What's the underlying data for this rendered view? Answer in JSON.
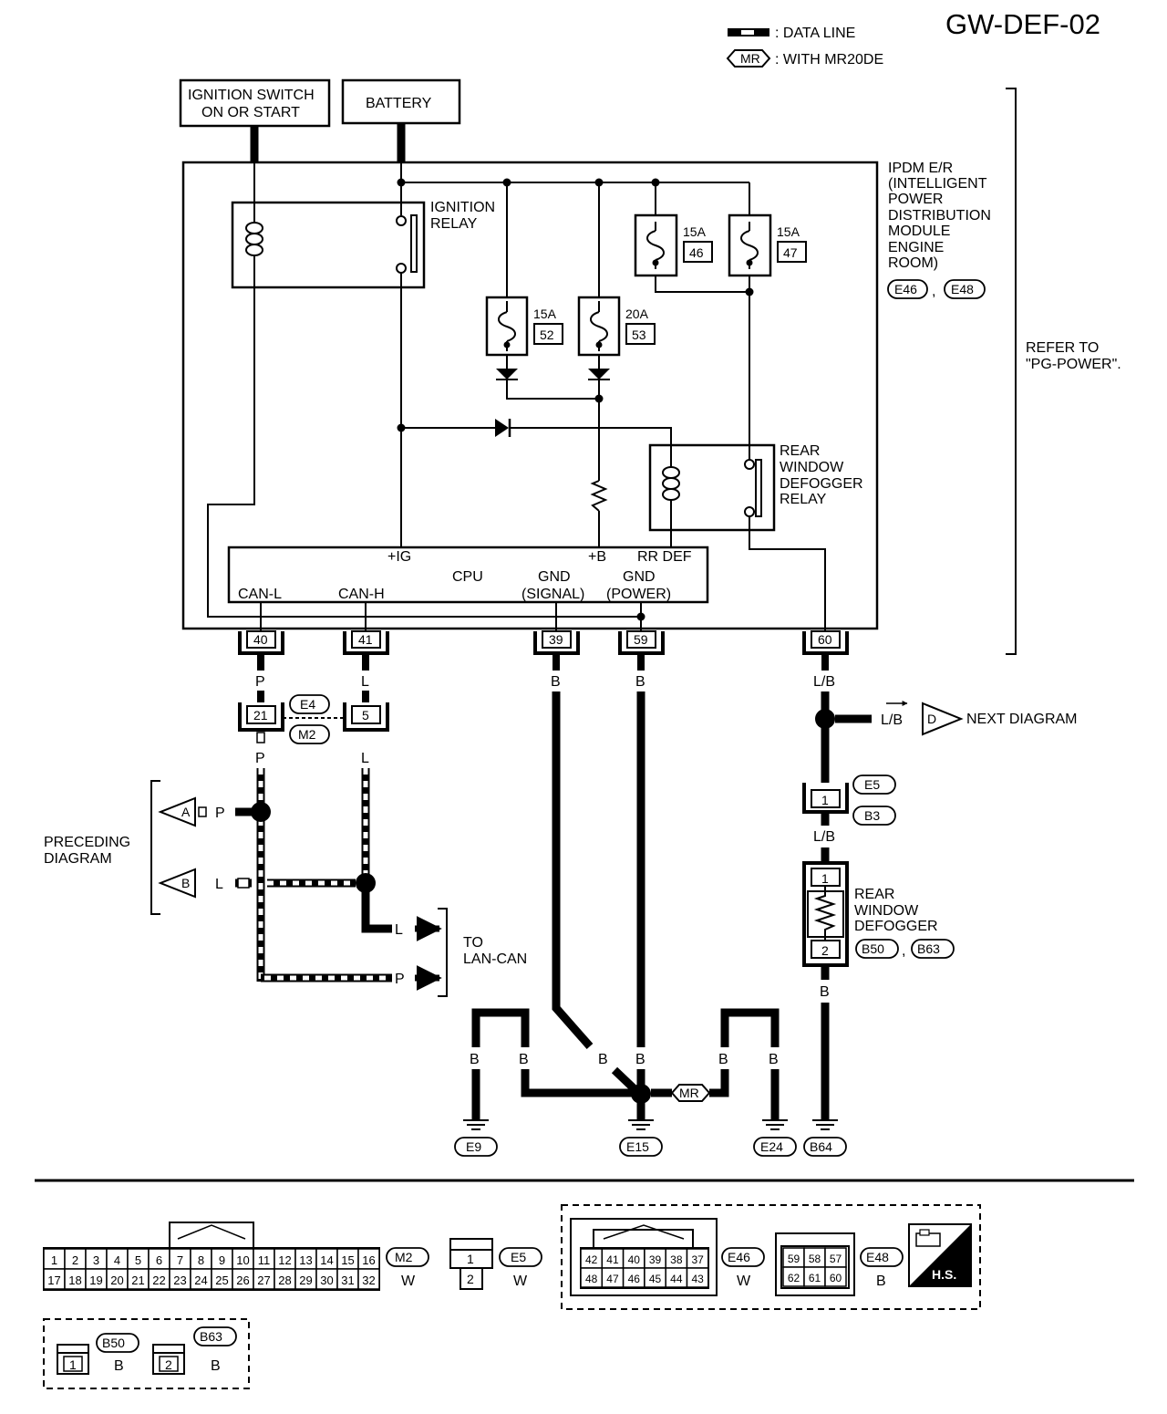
{
  "header": {
    "page_id": "GW-DEF-02",
    "legend_data_line": ": DATA LINE",
    "legend_mr_tag": "MR",
    "legend_mr_text": ": WITH MR20DE"
  },
  "sources": {
    "ignition_line1": "IGNITION SWITCH",
    "ignition_line2": "ON OR START",
    "battery": "BATTERY"
  },
  "ipdm": {
    "lines": [
      "IPDM E/R",
      "(INTELLIGENT",
      "POWER",
      "DISTRIBUTION",
      "MODULE",
      "ENGINE",
      "ROOM)"
    ],
    "connector_a": "E46",
    "comma": ",",
    "connector_b": "E48",
    "refer_line1": "REFER TO",
    "refer_line2": "\"PG-POWER\"."
  },
  "relays": {
    "ignition_line1": "IGNITION",
    "ignition_line2": "RELAY",
    "rear_def": [
      "REAR",
      "WINDOW",
      "DEFOGGER",
      "RELAY"
    ]
  },
  "fuses": [
    {
      "amp": "15A",
      "num": "46"
    },
    {
      "amp": "15A",
      "num": "47"
    },
    {
      "amp": "15A",
      "num": "52"
    },
    {
      "amp": "20A",
      "num": "53"
    }
  ],
  "cpu": {
    "label": "CPU",
    "ig": "+IG",
    "b": "+B",
    "rr_def": "RR DEF",
    "can_l": "CAN-L",
    "can_h": "CAN-H",
    "gnd_signal_1": "GND",
    "gnd_signal_2": "(SIGNAL)",
    "gnd_power_1": "GND",
    "gnd_power_2": "(POWER)"
  },
  "terminals": {
    "t40": "40",
    "t41": "41",
    "t39": "39",
    "t59": "59",
    "t60": "60"
  },
  "wire_colors": {
    "p": "P",
    "l": "L",
    "b": "B",
    "lb": "L/B"
  },
  "connectors": {
    "e4_pin_21": "21",
    "e4_pin_5": "5",
    "e4": "E4",
    "m2": "M2",
    "e5_pin": "1",
    "e5": "E5",
    "b3": "B3",
    "def_pin1": "1",
    "def_pin2": "2",
    "b50": "B50",
    "b63": "B63",
    "comma": ","
  },
  "labels": {
    "next_diagram": "NEXT DIAGRAM",
    "next_tag": "D",
    "preceding_line1": "PRECEDING",
    "preceding_line2": "DIAGRAM",
    "tag_a": "A",
    "tag_b": "B",
    "to_lan_line1": "TO",
    "to_lan_line2": "LAN-CAN",
    "rear_defogger": [
      "REAR",
      "WINDOW",
      "DEFOGGER"
    ]
  },
  "grounds": {
    "e9": "E9",
    "e15": "E15",
    "e24": "E24",
    "b64": "B64",
    "mr": "MR"
  },
  "connector_views": {
    "m2_row1": [
      "1",
      "2",
      "3",
      "4",
      "5",
      "6",
      "7",
      "8",
      "9",
      "10",
      "11",
      "12",
      "13",
      "14",
      "15",
      "16"
    ],
    "m2_row2": [
      "17",
      "18",
      "19",
      "20",
      "21",
      "22",
      "23",
      "24",
      "25",
      "26",
      "27",
      "28",
      "29",
      "30",
      "31",
      "32"
    ],
    "m2_tag": "M2",
    "m2_color": "W",
    "e5_pins": [
      "1",
      "2"
    ],
    "e5_tag": "E5",
    "e5_color": "W",
    "e46_row1": [
      "42",
      "41",
      "40",
      "39",
      "38",
      "37"
    ],
    "e46_row2": [
      "48",
      "47",
      "46",
      "45",
      "44",
      "43"
    ],
    "e46_tag": "E46",
    "e46_color": "W",
    "e48_row1": [
      "59",
      "58",
      "57"
    ],
    "e48_row2": [
      "62",
      "61",
      "60"
    ],
    "e48_tag": "E48",
    "e48_color": "B",
    "hs_label": "H.S.",
    "b50_pin": "1",
    "b50_tag": "B50",
    "b50_color": "B",
    "b63_pin": "2",
    "b63_tag": "B63",
    "b63_color": "B"
  }
}
